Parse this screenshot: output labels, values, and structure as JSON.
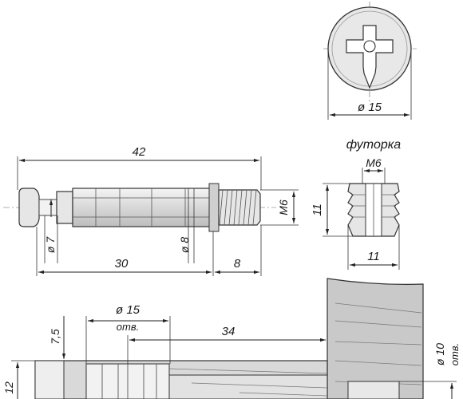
{
  "labels": {
    "cap_diameter": "ø 15",
    "total_length": "42",
    "length_30": "30",
    "length_8": "8",
    "head_diameter": "ø 7",
    "body_diameter": "ø 8",
    "thread_m6": "M6",
    "insert_title": "футорка",
    "insert_thread": "M6",
    "insert_height": "11",
    "insert_width": "11",
    "hole_diameter": "ø 15",
    "hole_note": "отв.",
    "offset_34": "34",
    "depth_7_5": "7,5",
    "depth_12": "12",
    "hole10_diameter": "ø 10",
    "hole10_note": "отв."
  }
}
